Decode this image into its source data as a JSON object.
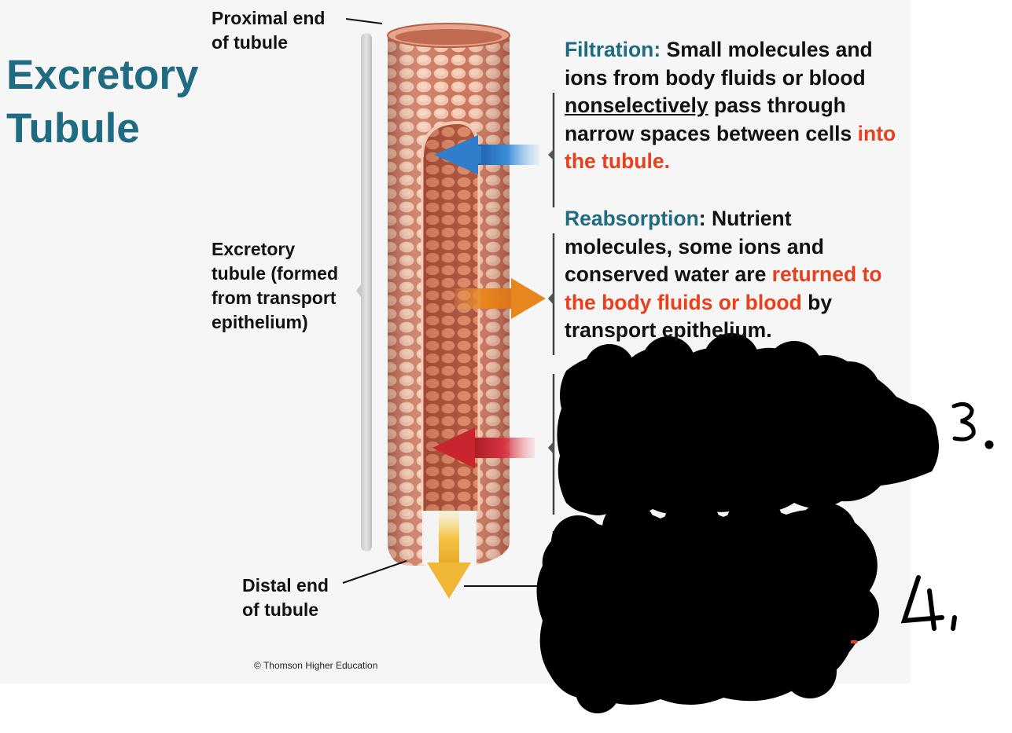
{
  "title": {
    "line1": "Excretory",
    "line2": "Tubule"
  },
  "labels": {
    "proximal": [
      "Proximal end",
      "of tubule"
    ],
    "tubule": [
      "Excretory",
      "tubule (formed",
      "from transport",
      "epithelium)"
    ],
    "distal": [
      "Distal end",
      "of tubule"
    ]
  },
  "filtration": {
    "term": "Filtration:",
    "t1": " Small molecules and ions from body fluids or blood ",
    "underlined": "nonselectively",
    "t2": " pass through narrow spaces between cells ",
    "red": "into the tubule."
  },
  "reabsorption": {
    "term": "Reabsorption",
    "t1": ": Nutrient molecules, some ions and conserved water are ",
    "red": "returned to the body fluids or blood",
    "t2": " by transport epithelium."
  },
  "handwritten": {
    "n3": "3.",
    "n4": "4."
  },
  "copyright": "© Thomson Higher Education",
  "colors": {
    "title": "#1f6b82",
    "red_text": "#e8401c",
    "filtration_arrow": "#2f7dcb",
    "reabsorption_arrow": "#e8861e",
    "secretion_arrow": "#c9252e",
    "excretion_arrow": "#f0b636",
    "tubule": "#d98a6e"
  }
}
